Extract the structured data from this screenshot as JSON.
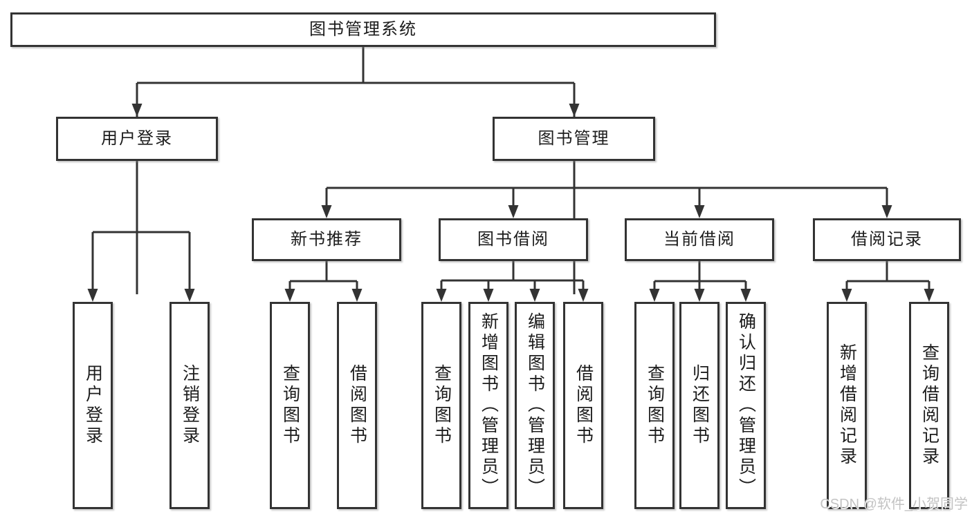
{
  "tree": {
    "root": {
      "label": "图书管理系统"
    },
    "branches": [
      {
        "label": "用户登录",
        "children": [
          {
            "label": "用户登录"
          },
          {
            "label": "注销登录"
          }
        ]
      },
      {
        "label": "图书管理",
        "children": [
          {
            "label": "新书推荐",
            "children": [
              {
                "label": "查询图书"
              },
              {
                "label": "借阅图书"
              }
            ]
          },
          {
            "label": "图书借阅",
            "children": [
              {
                "label": "查询图书"
              },
              {
                "label": "新增图书（管理员）"
              },
              {
                "label": "编辑图书（管理员）"
              },
              {
                "label": "借阅图书"
              }
            ]
          },
          {
            "label": "当前借阅",
            "children": [
              {
                "label": "查询图书"
              },
              {
                "label": "归还图书"
              },
              {
                "label": "确认归还（管理员）"
              }
            ]
          },
          {
            "label": "借阅记录",
            "children": [
              {
                "label": "新增借阅记录"
              },
              {
                "label": "查询借阅记录"
              }
            ]
          }
        ]
      }
    ]
  },
  "watermark": "CSDN @软件_小贺同学",
  "colors": {
    "line": "#333333",
    "box_border": "#333333",
    "text": "#1c1c1c",
    "watermark": "#c3c3c3",
    "background": "#ffffff"
  }
}
